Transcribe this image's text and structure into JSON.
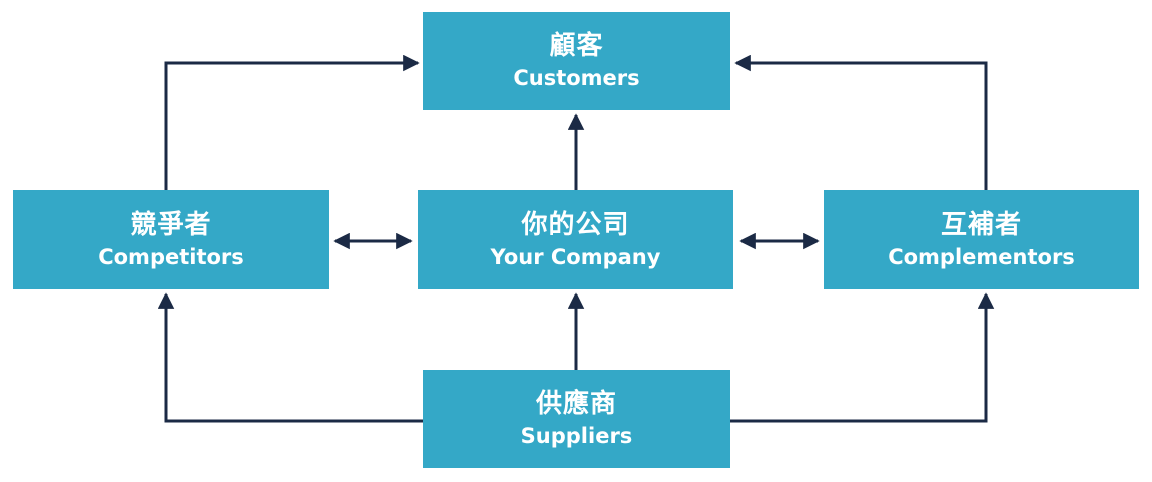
{
  "diagram": {
    "colors": {
      "box": "#34a8c7",
      "box_text": "#ffffff",
      "arrow": "#1b2a45"
    },
    "nodes": {
      "customers": {
        "zh": "顧客",
        "en": "Customers"
      },
      "company": {
        "zh": "你的公司",
        "en": "Your Company"
      },
      "competitors": {
        "zh": "競爭者",
        "en": "Competitors"
      },
      "complementors": {
        "zh": "互補者",
        "en": "Complementors"
      },
      "suppliers": {
        "zh": "供應商",
        "en": "Suppliers"
      }
    },
    "edges": [
      {
        "from": "competitors",
        "to": "customers"
      },
      {
        "from": "complementors",
        "to": "customers"
      },
      {
        "from": "company",
        "to": "customers"
      },
      {
        "from": "suppliers",
        "to": "company"
      },
      {
        "from": "suppliers",
        "to": "competitors"
      },
      {
        "from": "suppliers",
        "to": "complementors"
      },
      {
        "from": "competitors",
        "to": "company",
        "bidirectional": true
      },
      {
        "from": "company",
        "to": "complementors",
        "bidirectional": true
      }
    ]
  }
}
